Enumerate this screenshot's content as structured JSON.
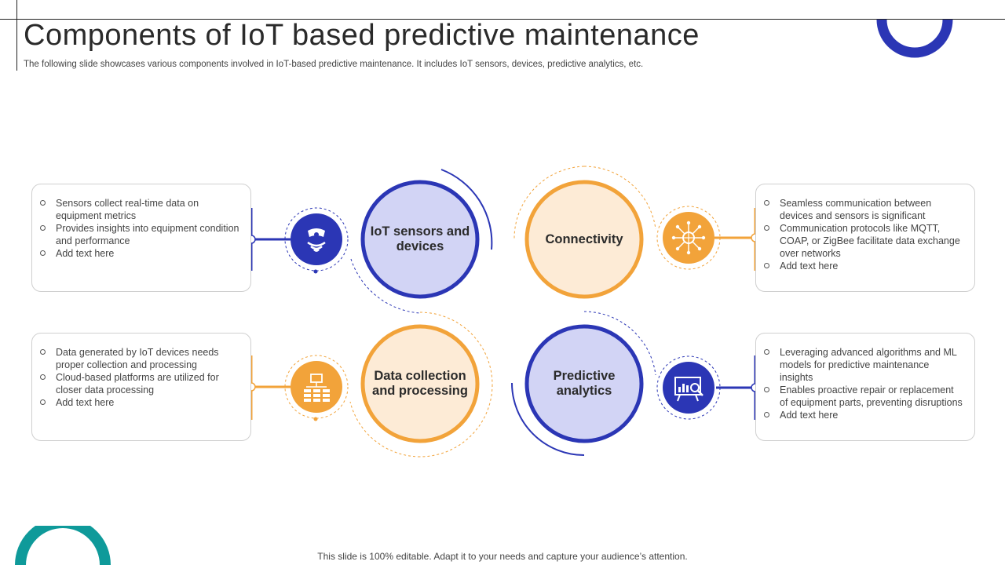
{
  "header": {
    "title": "Components of IoT based predictive maintenance",
    "subtitle": "The following slide showcases various components involved in IoT-based predictive maintenance. It includes IoT sensors, devices, predictive analytics, etc."
  },
  "footer": {
    "text": "This slide is 100% editable. Adapt it to your needs and capture your audience’s attention."
  },
  "colors": {
    "blue": "#2b36b5",
    "blue_light": "#d2d4f5",
    "orange": "#f2a33a",
    "orange_light": "#fdebd6",
    "teal": "#0f9a9a"
  },
  "components": {
    "iot": {
      "label": "IoT sensors and devices",
      "icon": "sensor-icon",
      "bullets": [
        "Sensors collect real-time data on equipment metrics",
        "Provides insights into equipment condition and performance",
        "Add text here"
      ]
    },
    "connectivity": {
      "label": "Connectivity",
      "icon": "network-icon",
      "bullets": [
        "Seamless communication between devices and sensors is significant",
        "Communication protocols like MQTT, COAP, or ZigBee facilitate data exchange over networks",
        "Add text here"
      ]
    },
    "data": {
      "label": "Data collection and processing",
      "icon": "database-icon",
      "bullets": [
        "Data generated by IoT devices needs proper collection and processing",
        "Cloud-based platforms are utilized for closer data processing",
        "Add text here"
      ]
    },
    "analytics": {
      "label": "Predictive analytics",
      "icon": "analytics-board-icon",
      "bullets": [
        "Leveraging advanced algorithms and ML models for predictive maintenance insights",
        "Enables proactive repair or replacement of equipment parts, preventing disruptions",
        "Add text here"
      ]
    }
  }
}
